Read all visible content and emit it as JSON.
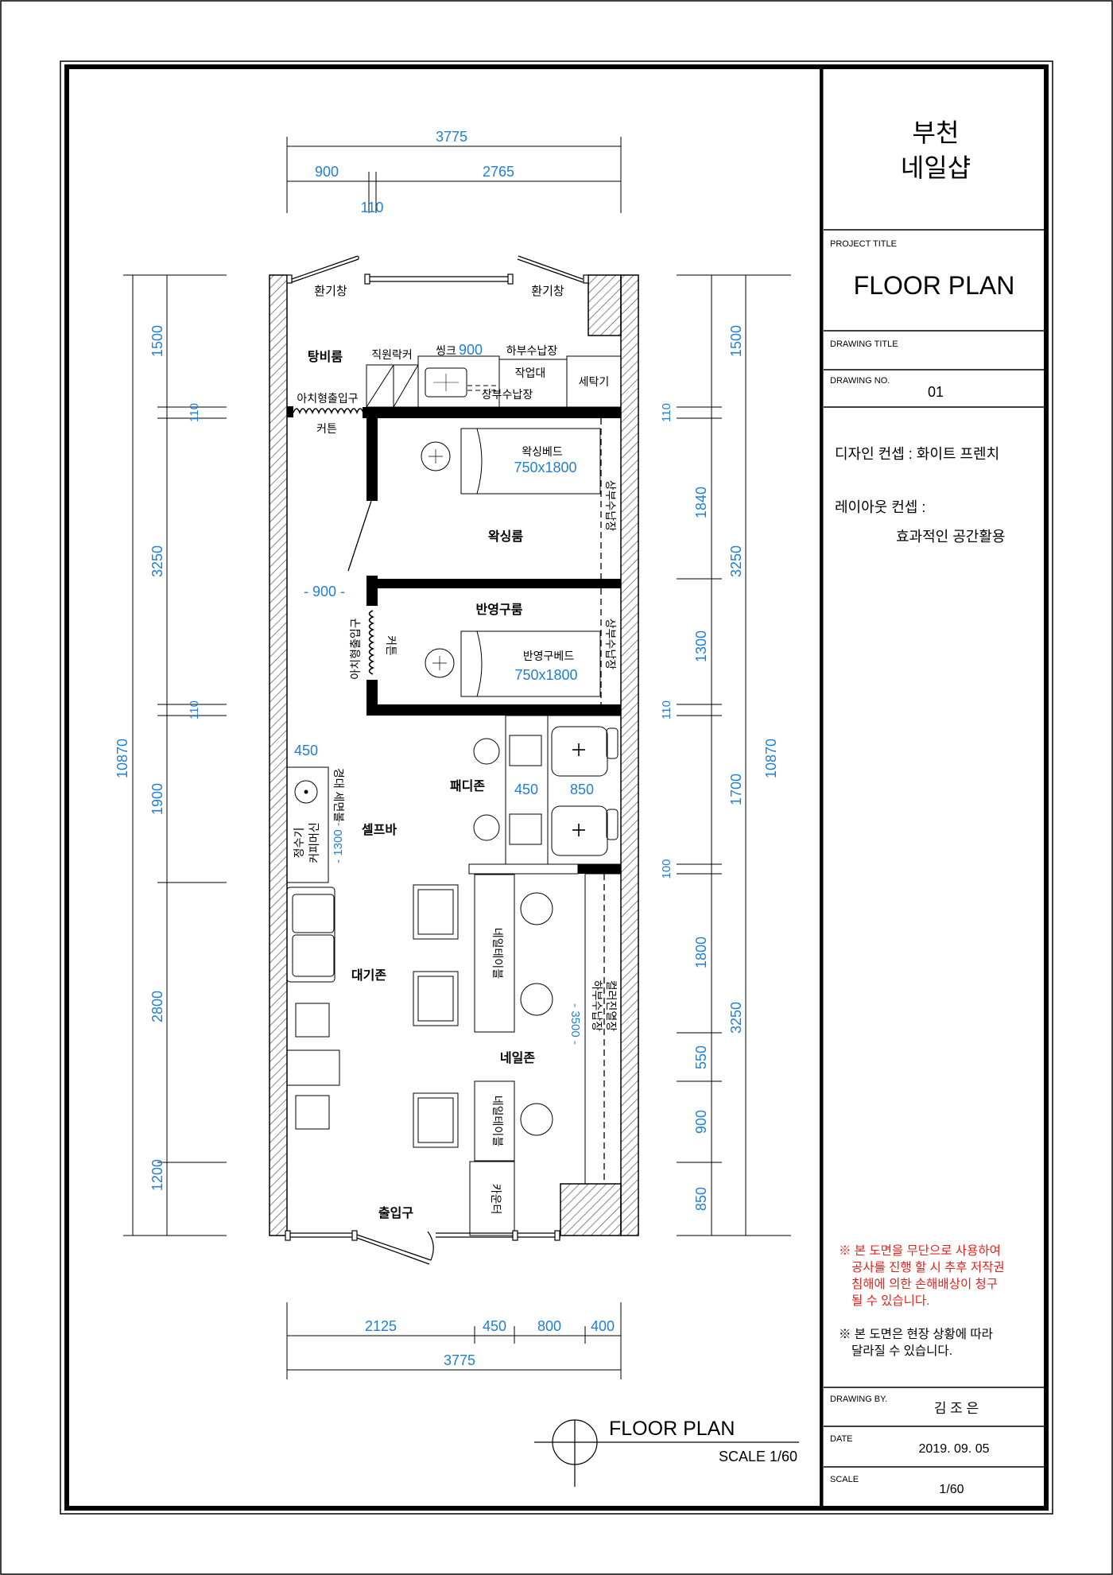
{
  "colors": {
    "line": "#000000",
    "dimension": "#1f7fd6",
    "note": "#e8201a",
    "hatch": "#555555"
  },
  "title_block": {
    "project_name_line1": "부천",
    "project_name_line2": "네일샵",
    "project_title_label": "PROJECT TITLE",
    "drawing_title": "FLOOR PLAN",
    "drawing_title_label": "DRAWING TITLE",
    "drawing_no_label": "DRAWING NO.",
    "drawing_no": "01",
    "design_concept": "디자인 컨셉 : 화이트 프렌치",
    "layout_concept": "레이아웃 컨셉 :",
    "layout_concept_value": "효과적인 공간활용",
    "copyright_note_lines": [
      "※ 본 도면을 무단으로 사용하여",
      "공사를 진행 할 시 추후 저작권",
      "침해에 의한 손해배상이 청구",
      "될 수 있습니다."
    ],
    "site_note_lines": [
      "※ 본 도면은 현장 상황에 따라",
      "달라질 수 있습니다."
    ],
    "drawn_by_label": "DRAWING BY.",
    "drawn_by": "김 조 은",
    "date_label": "DATE",
    "date": "2019. 09. 05",
    "scale_label": "SCALE",
    "scale": "1/60"
  },
  "plan_caption": {
    "title": "FLOOR PLAN",
    "scale": "SCALE 1/60"
  },
  "dimensions": {
    "top_total": "3775",
    "top_a": "900",
    "top_b": "2765",
    "top_wall": "110",
    "bottom_total": "3775",
    "bottom_a": "2125",
    "bottom_b": "450",
    "bottom_c": "800",
    "bottom_d": "400",
    "left_total": "10870",
    "left_1": "1500",
    "left_2": "110",
    "left_3": "3250",
    "left_4": "110",
    "left_5": "1900",
    "left_6": "2800",
    "left_7": "1200",
    "right_total": "10870",
    "right_1": "1500",
    "right_2": "110",
    "right_3": "3250",
    "right_3a": "1840",
    "right_3b": "1300",
    "right_4": "110",
    "right_5": "1700",
    "right_6": "100",
    "right_7": "3250",
    "right_7a": "1800",
    "right_7b": "550",
    "right_7c": "900",
    "right_8": "850",
    "door_900": "- 900 -",
    "selfbar_1300": "- 1300 -",
    "nail_3500": "- 3500 -",
    "sink_450": "450",
    "pedi_450": "450",
    "pedi_850": "850",
    "sink_900": "900"
  },
  "labels": {
    "vent_left": "환기창",
    "vent_right": "환기창",
    "pantry": "탕비룸",
    "staff_locker": "직원락커",
    "sink": "씽크",
    "lower_storage": "하부수납장",
    "workbench": "작업대",
    "upper_lower_storage": "상부수납장",
    "washer": "세탁기",
    "arch_entry": "아치형출입구",
    "curtain": "커튼",
    "waxing_bed": "왁싱베드",
    "waxing_bed_size": "750x1800",
    "waxing_room": "왁싱룸",
    "side_storage_1": "상부수납장",
    "semi_room": "반영구룸",
    "arch_entry_2": "아치형출입구",
    "curtain_2": "커튼",
    "semi_bed": "반영구베드",
    "semi_bed_size": "750x1800",
    "side_storage_2": "상부수납장",
    "pedi_zone": "패디존",
    "self_bar": "셀프바",
    "mirror_basin": "경대 세면볼",
    "water_purifier": "정수기",
    "coffee_machine": "커피머신",
    "waiting_zone": "대기존",
    "nail_table_1": "네일테이블",
    "nail_table_2": "네일테이블",
    "nail_display": "컬러진열장",
    "lower_storage_2": "하부수납장",
    "nail_zone": "네일존",
    "counter": "카운터",
    "entrance": "출입구"
  }
}
